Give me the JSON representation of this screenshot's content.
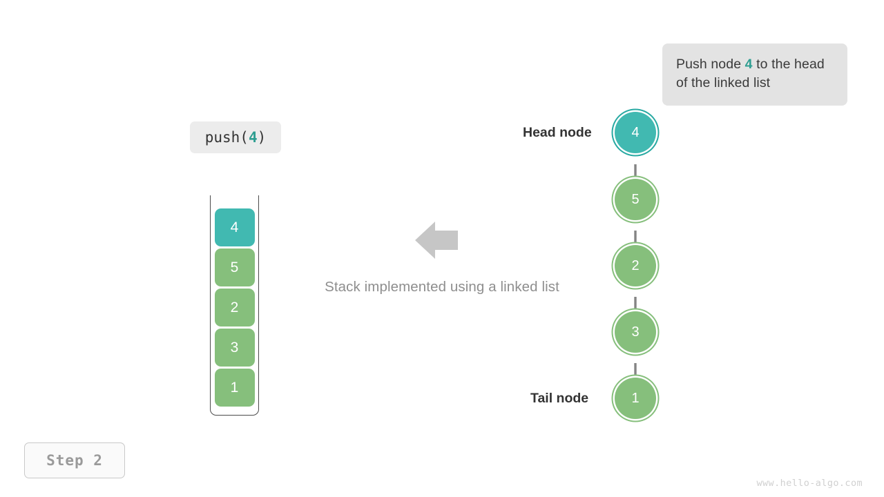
{
  "callout": {
    "prefix": "Push node ",
    "highlight": "4",
    "suffix": " to the head of the linked list"
  },
  "operation": {
    "name": "push",
    "open_paren": "(",
    "argument": "4",
    "close_paren": ")"
  },
  "stack": {
    "cells": [
      {
        "value": "4",
        "color": "teal"
      },
      {
        "value": "5",
        "color": "green"
      },
      {
        "value": "2",
        "color": "green"
      },
      {
        "value": "3",
        "color": "green"
      },
      {
        "value": "1",
        "color": "green"
      }
    ]
  },
  "caption": "Stack implemented using a linked list",
  "linked_list": {
    "head_label": "Head node",
    "tail_label": "Tail node",
    "nodes": [
      {
        "value": "4",
        "color": "teal"
      },
      {
        "value": "5",
        "color": "green"
      },
      {
        "value": "2",
        "color": "green"
      },
      {
        "value": "3",
        "color": "green"
      },
      {
        "value": "1",
        "color": "green"
      }
    ]
  },
  "step_badge": "Step 2",
  "watermark": "www.hello-algo.com",
  "colors": {
    "teal": "#41b9b1",
    "teal_dark": "#2e9e91",
    "green": "#86bf7c",
    "gray_arrow": "#848484",
    "callout_bg": "#e3e3e3",
    "op_bg": "#ececec",
    "text_dark": "#333333",
    "text_muted": "#8e8e8e"
  }
}
